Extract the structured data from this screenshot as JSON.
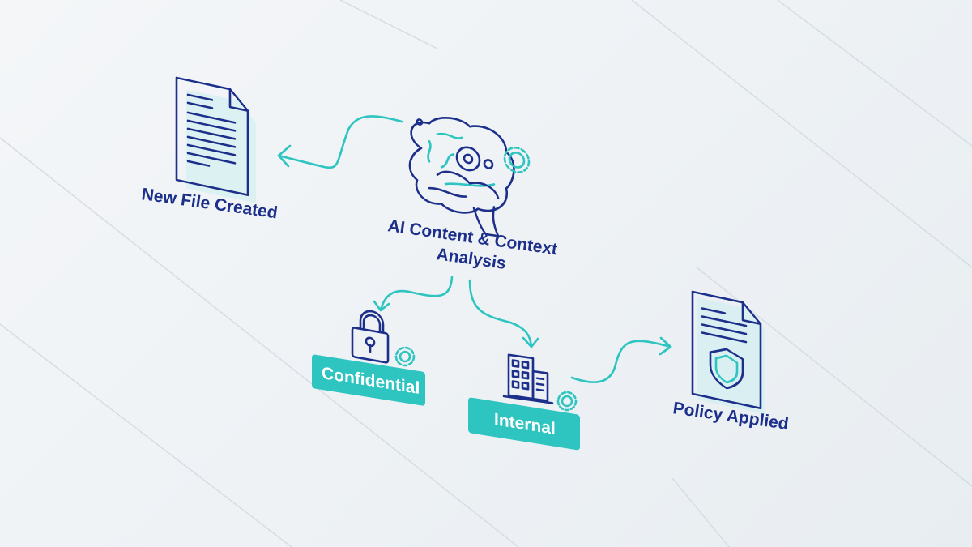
{
  "colors": {
    "primary": "#1c2f8a",
    "accent": "#2ec4c0",
    "background": "#eef2f5"
  },
  "nodes": {
    "new_file": {
      "label": "New File Created",
      "icon": "document-icon"
    },
    "ai_analysis": {
      "label_line1": "AI Content & Context",
      "label_line2": "Analysis",
      "icon": "brain-gear-icon"
    },
    "confidential": {
      "label": "Confidential",
      "icon": "padlock-icon"
    },
    "internal": {
      "label": "Internal",
      "icon": "building-icon"
    },
    "policy": {
      "label": "Policy Applied",
      "icon": "shield-document-icon"
    }
  }
}
